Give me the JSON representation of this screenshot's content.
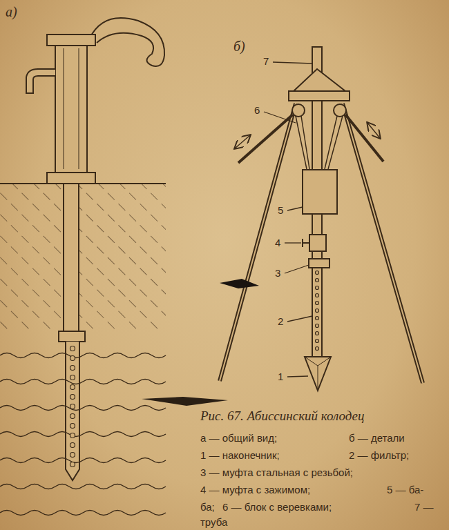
{
  "diagram": {
    "caption": "Рис. 67. Абиссинский колодец",
    "labels": [
      "а)",
      "б)",
      "7",
      "6",
      "5",
      "4",
      "3",
      "2",
      "1",
      "а — общий вид;",
      "б — детали",
      "1 — наконечник;",
      "2 — фильтр;",
      "3 — муфта стальная с резьбой;",
      "4 — муфта с зажимом;",
      "5 — ба-",
      "ба;",
      "6 — блок с веревками;",
      "7 —",
      "труба"
    ]
  }
}
